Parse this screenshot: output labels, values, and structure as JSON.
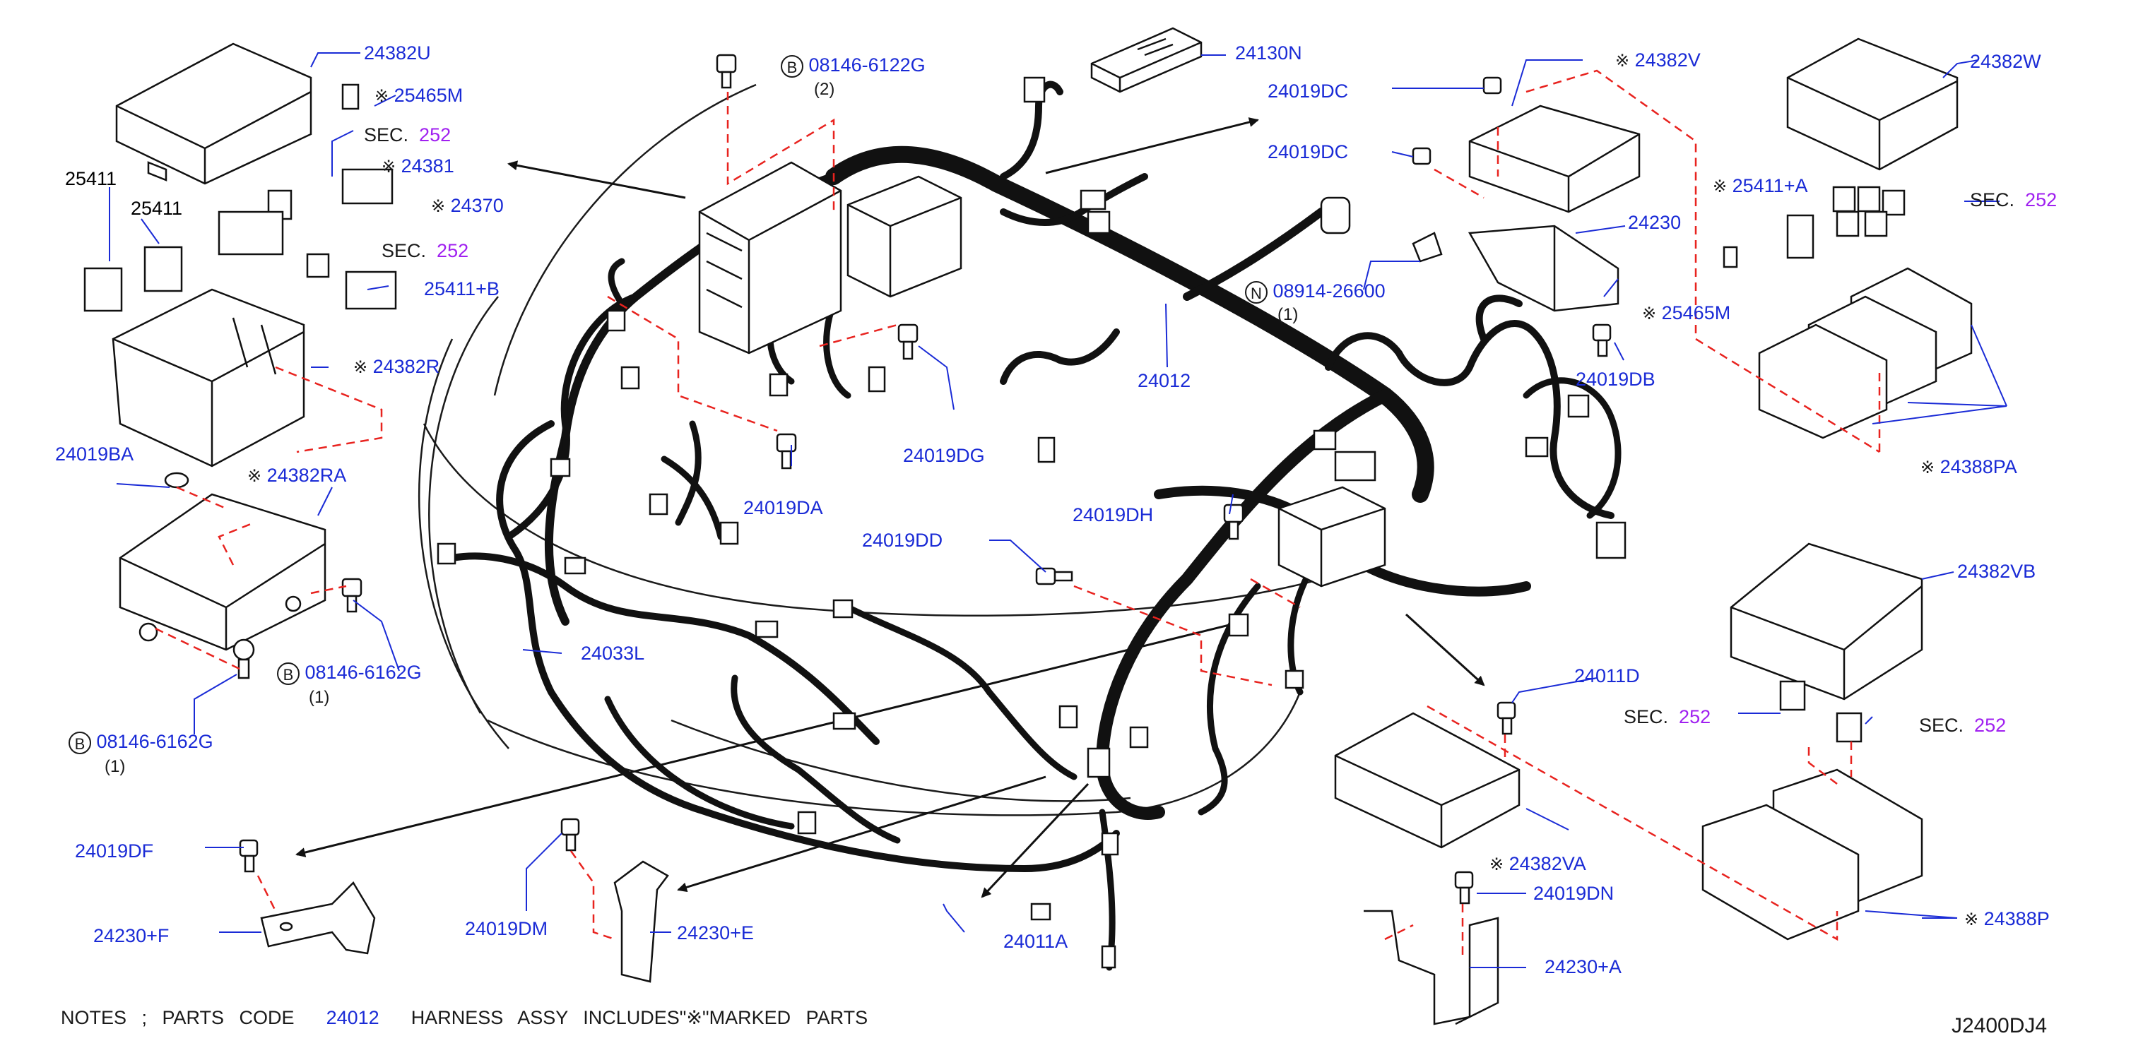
{
  "diagram": {
    "figure_id": "J2400DJ4",
    "notes": {
      "prefix": "NOTES ; PARTS CODE",
      "code": "24012",
      "suffix": "HARNESS ASSY INCLUDES\"※\"MARKED PARTS"
    },
    "mark_symbol": "※",
    "bolt_b_symbol": "B",
    "bolt_n_symbol": "N",
    "sec_word": "SEC.",
    "sec_number": "252",
    "labels": {
      "p24382U": "24382U",
      "p25465M_tl": "25465M",
      "p24381": "24381",
      "p24370": "24370",
      "p25411_a": "25411",
      "p25411_b": "25411",
      "p25411B": "25411+B",
      "p24382R": "24382R",
      "p24019BA": "24019BA",
      "p24382RA": "24382RA",
      "p08146_6162G_a": "08146-6162G",
      "p08146_6162G_b": "08146-6162G",
      "p08146_6122G": "08146-6122G",
      "p24130N": "24130N",
      "p24019DC_a": "24019DC",
      "p24019DC_b": "24019DC",
      "p24382V": "24382V",
      "p24382W": "24382W",
      "p25411A": "25411+A",
      "p24230": "24230",
      "p08914_26600": "08914-26600",
      "p25465M_r": "25465M",
      "p24019DB": "24019DB",
      "p24388PA": "24388PA",
      "p24012": "24012",
      "p24019DG": "24019DG",
      "p24019DA": "24019DA",
      "p24019DH": "24019DH",
      "p24019DD": "24019DD",
      "p24033L": "24033L",
      "p24382VB": "24382VB",
      "p24011D": "24011D",
      "p24382VA": "24382VA",
      "p24019DN": "24019DN",
      "p24230A": "24230+A",
      "p24388P": "24388P",
      "p24019DF": "24019DF",
      "p24230F": "24230+F",
      "p24019DM": "24019DM",
      "p24230E": "24230+E",
      "p24011A": "24011A"
    },
    "quantities": {
      "q_6122G": "(2)",
      "q_6162G_a": "(1)",
      "q_6162G_b": "(1)",
      "q_26600": "(1)"
    },
    "colors": {
      "part_number": "#1a2bd6",
      "section_number": "#a020f0",
      "leader_dash": "#e8231f",
      "line_art": "#1a1a1a"
    }
  }
}
